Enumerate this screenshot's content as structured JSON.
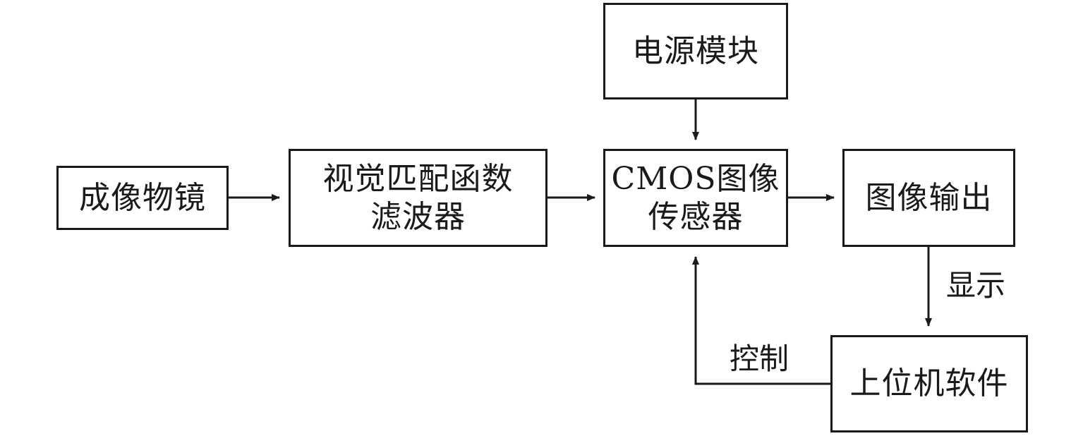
{
  "diagram": {
    "nodes": {
      "objective_lens": {
        "lines": [
          "成像物镜"
        ]
      },
      "filter": {
        "lines": [
          "视觉匹配函数",
          "滤波器"
        ]
      },
      "power_module": {
        "lines": [
          "电源模块"
        ]
      },
      "cmos_sensor": {
        "lines": [
          "CMOS图像",
          "传感器"
        ]
      },
      "image_output": {
        "lines": [
          "图像输出"
        ]
      },
      "host_software": {
        "lines": [
          "上位机软件"
        ]
      }
    },
    "edges": [
      {
        "from": "objective_lens",
        "to": "filter",
        "label": ""
      },
      {
        "from": "filter",
        "to": "cmos_sensor",
        "label": ""
      },
      {
        "from": "power_module",
        "to": "cmos_sensor",
        "label": ""
      },
      {
        "from": "cmos_sensor",
        "to": "image_output",
        "label": ""
      },
      {
        "from": "image_output",
        "to": "host_software",
        "label": "显示"
      },
      {
        "from": "host_software",
        "to": "cmos_sensor",
        "label": "控制"
      }
    ],
    "stroke_color": "#1a1a1a"
  }
}
